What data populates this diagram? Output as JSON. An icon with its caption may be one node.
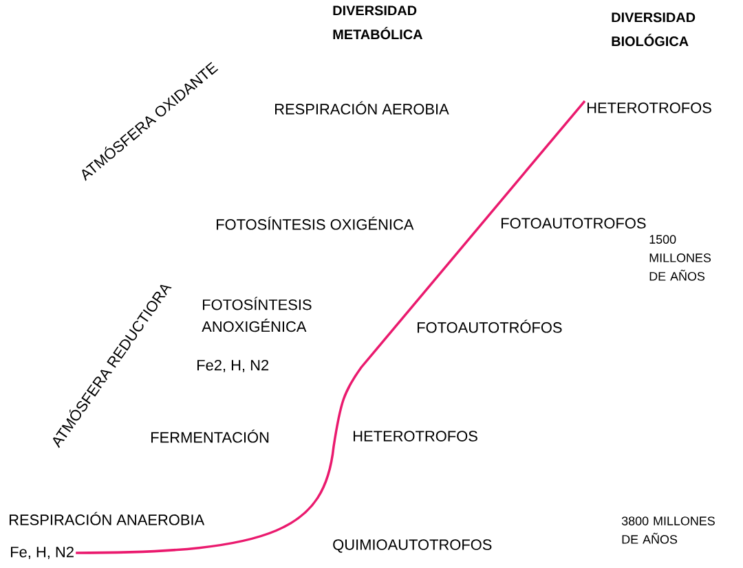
{
  "diagram": {
    "nodes": [
      {
        "text": [
          "Fe, H, N2"
        ]
      },
      {
        "text": [
          "HETEROTROFOS"
        ]
      }
    ],
    "edges": [
      {
        "from": 0,
        "to": 1,
        "arrow": "none",
        "color": "#ea1a6e"
      }
    ],
    "labels": [
      "DIVERSIDAD METABÓLICA",
      "DIVERSIDAD BIOLÓGICA",
      "ATMÓSFERA OXIDANTE",
      "RESPIRACIÓN AEROBIA",
      "FOTOSÍNTESIS OXIGÉNICA",
      "FOTOAUTOTROFOS",
      "1500 MILLONES DE AÑOS",
      "ATMÓSFERA REDUCTIORA",
      "FOTOSÍNTESIS ANOXIGÉNICA",
      "FOTOAUTOTRÓFOS",
      "Fe2, H, N2",
      "FERMENTACIÓN",
      "HETEROTROFOS",
      "RESPIRACIÓN ANAEROBIA",
      "QUIMIOAUTOTROFOS",
      "3800 MILLONES DE AÑOS"
    ]
  }
}
